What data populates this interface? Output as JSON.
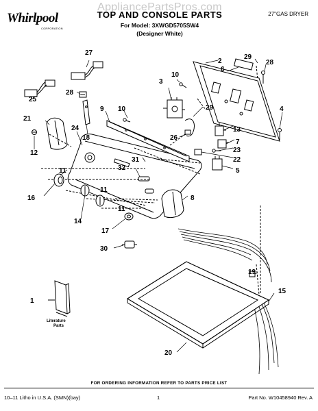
{
  "watermark": "AppliancePartsPros.com",
  "brand": {
    "name": "Whirlpool",
    "sub": "CORPORATION"
  },
  "header": {
    "title": "TOP AND CONSOLE PARTS",
    "model": "For Model: 3XWGD5705SW4",
    "variant": "(Designer White)",
    "product": "27\"GAS DRYER"
  },
  "callouts": {
    "c1": "1",
    "c2": "2",
    "c3": "3",
    "c4": "4",
    "c5": "5",
    "c6": "6",
    "c7": "7",
    "c8": "8",
    "c9": "9",
    "c10a": "10",
    "c10b": "10",
    "c11a": "11",
    "c11b": "11",
    "c11c": "11",
    "c12": "12",
    "c13": "13",
    "c14": "14",
    "c15": "15",
    "c16": "16",
    "c17": "17",
    "c18": "18",
    "c19": "19",
    "c20": "20",
    "c21": "21",
    "c22": "22",
    "c23": "23",
    "c24": "24",
    "c25": "25",
    "c26": "26",
    "c27": "27",
    "c28a": "28",
    "c28b": "28",
    "c29a": "29",
    "c29b": "29",
    "c30": "30",
    "c31": "31",
    "c32": "32"
  },
  "literature": {
    "line1": "Literature",
    "line2": "Parts"
  },
  "footer": {
    "ordering": "FOR ORDERING INFORMATION REFER TO PARTS PRICE LIST",
    "litho": "10–11 Litho in U.S.A. (SMN)(bay)",
    "page": "1",
    "part_number": "Part No. W10458940 Rev. A"
  }
}
